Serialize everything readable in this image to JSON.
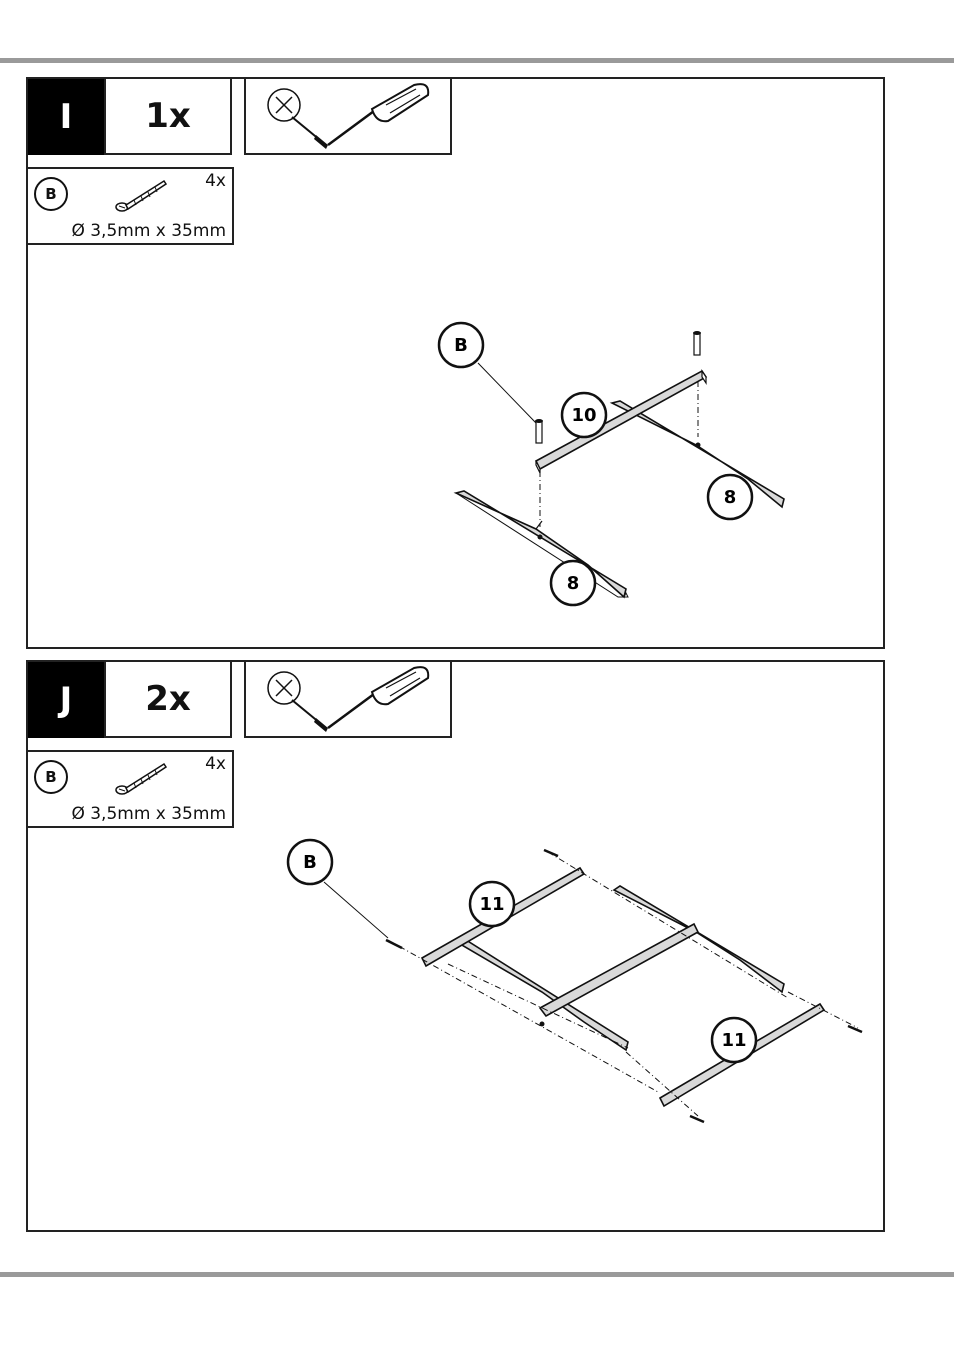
{
  "steps": [
    {
      "letter": "I",
      "quantity": "1x",
      "parts": {
        "label": "B",
        "count": "4x",
        "size": "Ø 3,5mm x 35mm"
      },
      "callouts": {
        "screw": "B",
        "crossbar": "10",
        "leg_right": "8",
        "leg_left": "8"
      }
    },
    {
      "letter": "J",
      "quantity": "2x",
      "parts": {
        "label": "B",
        "count": "4x",
        "size": "Ø 3,5mm x 35mm"
      },
      "callouts": {
        "screw": "B",
        "rail_left": "11",
        "rail_right": "11"
      }
    }
  ],
  "icons": {
    "tool": "screwdriver-icon",
    "not_allowed": "no-power-drill-icon",
    "screw": "screw-icon"
  },
  "colors": {
    "rule": "#9a9a9a",
    "part_fill": "#d9d9d9",
    "ink": "#111111"
  }
}
